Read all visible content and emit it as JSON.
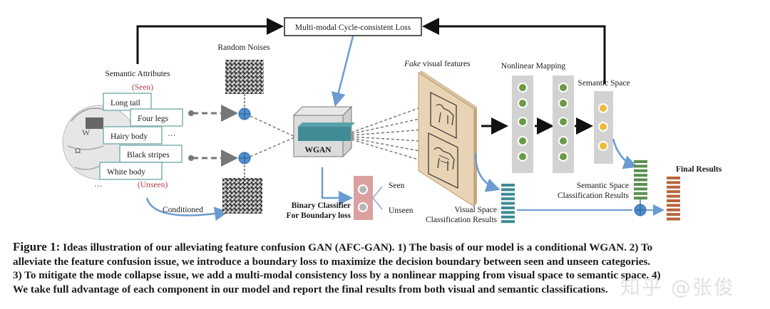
{
  "figure": {
    "loss_box": "Multi-modal Cycle-consistent Loss",
    "random_noises": "Random Noises",
    "semantic_attributes": "Semantic Attributes",
    "seen_tag": "(Seen)",
    "unseen_tag": "(Unseen)",
    "attributes": [
      "Long tail",
      "Four legs",
      "Hairy body",
      "Black stripes",
      "White body"
    ],
    "ellipsis": "…",
    "conditioned": "Conditioned",
    "wgan": "WGAN",
    "binary_classifier_line1": "Binary Classifier",
    "binary_classifier_line2": "For Boundary loss",
    "seen": "Seen",
    "unseen": "Unseen",
    "fake_visual_features_italic": "Fake",
    "fake_visual_features_rest": " visual features",
    "visual_space_line1": "Visual Space",
    "visual_space_line2": "Classification Results",
    "nonlinear_mapping": "Nonlinear Mapping",
    "semantic_space": "Semantic Space",
    "semantic_space_results_line1": "Semantic Space",
    "semantic_space_results_line2": "Classification Results",
    "final_results": "Final Results",
    "colors": {
      "blue_arrow": "#6a9bd1",
      "wgan_core": "#3f8b96",
      "panel": "#e8d3b4",
      "classifier": "#dba0a0",
      "green_node": "#6a9a47",
      "yellow_node": "#f0b93a",
      "visual_bars": "#3f8b96",
      "semantic_bars": "#5a8f4e",
      "final_bars": "#b8643a"
    }
  },
  "caption": {
    "label": "Figure 1:",
    "lines": [
      " Ideas illustration of our alleviating feature confusion GAN (AFC-GAN). 1) The basis of our model is a conditional WGAN. 2) To",
      "alleviate the feature confusion issue, we introduce a boundary loss to maximize the decision boundary between seen and unseen categories.",
      "3) To mitigate the mode collapse issue, we add a multi-modal consistency loss by a nonlinear mapping from visual space to semantic space. 4)",
      "We take full advantage of each component in our model and report the final results from both visual and semantic classifications."
    ]
  },
  "watermark": "知乎 @张俊"
}
